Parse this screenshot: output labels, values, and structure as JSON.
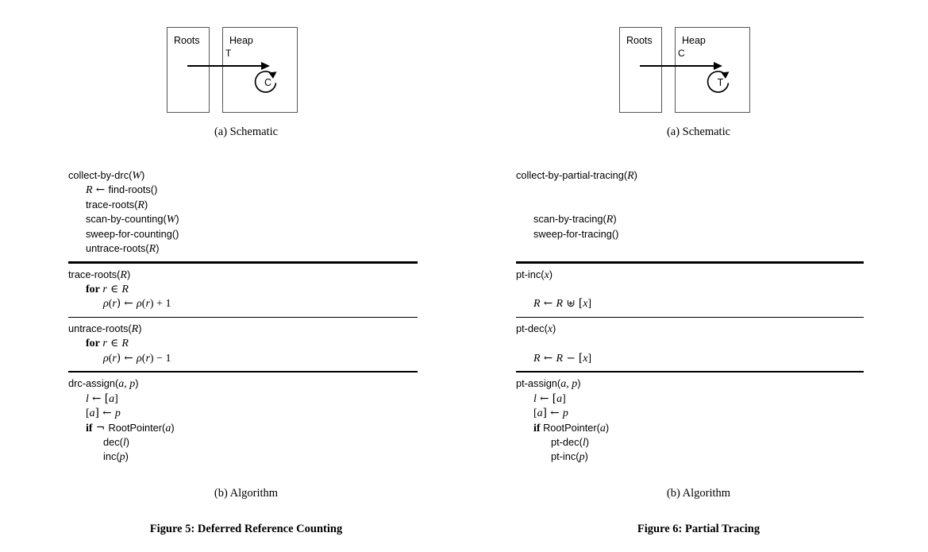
{
  "figures": [
    {
      "id": "figure-5",
      "schematic": {
        "roots_label": "Roots",
        "heap_label": "Heap",
        "arrow_label": "T",
        "loop_label": "C"
      },
      "subcaption_a": "(a) Schematic",
      "subcaption_b": "(b) Algorithm",
      "caption": "Figure 5: Deferred Reference Counting",
      "blocks": [
        {
          "rule_above": "none",
          "lines": [
            {
              "indent": 0,
              "parts": [
                {
                  "t": "collect-by-drc(",
                  "s": "sans"
                },
                {
                  "t": "W",
                  "s": "mi"
                },
                {
                  "t": ")",
                  "s": "sans"
                }
              ]
            },
            {
              "indent": 1,
              "parts": [
                {
                  "t": "R",
                  "s": "mi"
                },
                {
                  "t": " ← ",
                  "s": "msym"
                },
                {
                  "t": "find-roots()",
                  "s": "sans"
                }
              ]
            },
            {
              "indent": 1,
              "parts": [
                {
                  "t": "trace-roots(",
                  "s": "sans"
                },
                {
                  "t": "R",
                  "s": "mi"
                },
                {
                  "t": ")",
                  "s": "sans"
                }
              ]
            },
            {
              "indent": 1,
              "parts": [
                {
                  "t": "scan-by-counting(",
                  "s": "sans"
                },
                {
                  "t": "W",
                  "s": "mi"
                },
                {
                  "t": ")",
                  "s": "sans"
                }
              ]
            },
            {
              "indent": 1,
              "parts": [
                {
                  "t": "sweep-for-counting()",
                  "s": "sans"
                }
              ]
            },
            {
              "indent": 1,
              "parts": [
                {
                  "t": "untrace-roots(",
                  "s": "sans"
                },
                {
                  "t": "R",
                  "s": "mi"
                },
                {
                  "t": ")",
                  "s": "sans"
                }
              ]
            }
          ]
        },
        {
          "rule_above": "thick",
          "lines": [
            {
              "indent": 0,
              "parts": [
                {
                  "t": "trace-roots(",
                  "s": "sans"
                },
                {
                  "t": "R",
                  "s": "mi"
                },
                {
                  "t": ")",
                  "s": "sans"
                }
              ]
            },
            {
              "indent": 1,
              "parts": [
                {
                  "t": "for",
                  "s": "kw"
                },
                {
                  "t": " ",
                  "s": "mr"
                },
                {
                  "t": "r",
                  "s": "mi"
                },
                {
                  "t": " ∈ ",
                  "s": "msym"
                },
                {
                  "t": "R",
                  "s": "mi"
                }
              ]
            },
            {
              "indent": 2,
              "parts": [
                {
                  "t": "ρ",
                  "s": "mi"
                },
                {
                  "t": "(",
                  "s": "mr"
                },
                {
                  "t": "r",
                  "s": "mi"
                },
                {
                  "t": ") ← ",
                  "s": "msym"
                },
                {
                  "t": "ρ",
                  "s": "mi"
                },
                {
                  "t": "(",
                  "s": "mr"
                },
                {
                  "t": "r",
                  "s": "mi"
                },
                {
                  "t": ") + 1",
                  "s": "mr"
                }
              ]
            }
          ]
        },
        {
          "rule_above": "thin",
          "lines": [
            {
              "indent": 0,
              "parts": [
                {
                  "t": "untrace-roots(",
                  "s": "sans"
                },
                {
                  "t": "R",
                  "s": "mi"
                },
                {
                  "t": ")",
                  "s": "sans"
                }
              ]
            },
            {
              "indent": 1,
              "parts": [
                {
                  "t": "for",
                  "s": "kw"
                },
                {
                  "t": " ",
                  "s": "mr"
                },
                {
                  "t": "r",
                  "s": "mi"
                },
                {
                  "t": " ∈ ",
                  "s": "msym"
                },
                {
                  "t": "R",
                  "s": "mi"
                }
              ]
            },
            {
              "indent": 2,
              "parts": [
                {
                  "t": "ρ",
                  "s": "mi"
                },
                {
                  "t": "(",
                  "s": "mr"
                },
                {
                  "t": "r",
                  "s": "mi"
                },
                {
                  "t": ") ← ",
                  "s": "msym"
                },
                {
                  "t": "ρ",
                  "s": "mi"
                },
                {
                  "t": "(",
                  "s": "mr"
                },
                {
                  "t": "r",
                  "s": "mi"
                },
                {
                  "t": ") − 1",
                  "s": "mr"
                }
              ]
            }
          ]
        },
        {
          "rule_above": "thick",
          "lines": [
            {
              "indent": 0,
              "parts": [
                {
                  "t": "drc-assign(",
                  "s": "sans"
                },
                {
                  "t": "a",
                  "s": "mi"
                },
                {
                  "t": ", ",
                  "s": "mr"
                },
                {
                  "t": "p",
                  "s": "mi"
                },
                {
                  "t": ")",
                  "s": "sans"
                }
              ]
            },
            {
              "indent": 1,
              "parts": [
                {
                  "t": "l",
                  "s": "mi"
                },
                {
                  "t": " ← [",
                  "s": "msym"
                },
                {
                  "t": "a",
                  "s": "mi"
                },
                {
                  "t": "]",
                  "s": "mr"
                }
              ]
            },
            {
              "indent": 1,
              "parts": [
                {
                  "t": "[",
                  "s": "mr"
                },
                {
                  "t": "a",
                  "s": "mi"
                },
                {
                  "t": "] ← ",
                  "s": "msym"
                },
                {
                  "t": "p",
                  "s": "mi"
                }
              ]
            },
            {
              "indent": 1,
              "parts": [
                {
                  "t": "if",
                  "s": "kw"
                },
                {
                  "t": " ¬ ",
                  "s": "msym"
                },
                {
                  "t": "RootPointer(",
                  "s": "sans"
                },
                {
                  "t": "a",
                  "s": "mi"
                },
                {
                  "t": ")",
                  "s": "sans"
                }
              ]
            },
            {
              "indent": 2,
              "parts": [
                {
                  "t": "dec(",
                  "s": "sans"
                },
                {
                  "t": "l",
                  "s": "mi"
                },
                {
                  "t": ")",
                  "s": "sans"
                }
              ]
            },
            {
              "indent": 2,
              "parts": [
                {
                  "t": "inc(",
                  "s": "sans"
                },
                {
                  "t": "p",
                  "s": "mi"
                },
                {
                  "t": ")",
                  "s": "sans"
                }
              ]
            }
          ]
        }
      ]
    },
    {
      "id": "figure-6",
      "schematic": {
        "roots_label": "Roots",
        "heap_label": "Heap",
        "arrow_label": "C",
        "loop_label": "T"
      },
      "subcaption_a": "(a) Schematic",
      "subcaption_b": "(b) Algorithm",
      "caption": "Figure 6: Partial Tracing",
      "blocks": [
        {
          "rule_above": "none",
          "lines": [
            {
              "indent": 0,
              "parts": [
                {
                  "t": "collect-by-partial-tracing(",
                  "s": "sans"
                },
                {
                  "t": "R",
                  "s": "mi"
                },
                {
                  "t": ")",
                  "s": "sans"
                }
              ]
            },
            {
              "indent": 0,
              "parts": [
                {
                  "t": " ",
                  "s": "sans"
                }
              ]
            },
            {
              "indent": 0,
              "parts": [
                {
                  "t": " ",
                  "s": "sans"
                }
              ]
            },
            {
              "indent": 1,
              "parts": [
                {
                  "t": "scan-by-tracing(",
                  "s": "sans"
                },
                {
                  "t": "R",
                  "s": "mi"
                },
                {
                  "t": ")",
                  "s": "sans"
                }
              ]
            },
            {
              "indent": 1,
              "parts": [
                {
                  "t": "sweep-for-tracing()",
                  "s": "sans"
                }
              ]
            },
            {
              "indent": 0,
              "parts": [
                {
                  "t": " ",
                  "s": "sans"
                }
              ]
            }
          ]
        },
        {
          "rule_above": "thick",
          "lines": [
            {
              "indent": 0,
              "parts": [
                {
                  "t": "pt-inc(",
                  "s": "sans"
                },
                {
                  "t": "x",
                  "s": "mi"
                },
                {
                  "t": ")",
                  "s": "sans"
                }
              ]
            },
            {
              "indent": 0,
              "parts": [
                {
                  "t": " ",
                  "s": "sans"
                }
              ]
            },
            {
              "indent": 1,
              "parts": [
                {
                  "t": "R",
                  "s": "mi"
                },
                {
                  "t": " ← ",
                  "s": "msym"
                },
                {
                  "t": "R",
                  "s": "mi"
                },
                {
                  "t": " ⊎ [",
                  "s": "msym"
                },
                {
                  "t": "x",
                  "s": "mi"
                },
                {
                  "t": "]",
                  "s": "mr"
                }
              ]
            }
          ]
        },
        {
          "rule_above": "thin",
          "lines": [
            {
              "indent": 0,
              "parts": [
                {
                  "t": "pt-dec(",
                  "s": "sans"
                },
                {
                  "t": "x",
                  "s": "mi"
                },
                {
                  "t": ")",
                  "s": "sans"
                }
              ]
            },
            {
              "indent": 0,
              "parts": [
                {
                  "t": " ",
                  "s": "sans"
                }
              ]
            },
            {
              "indent": 1,
              "parts": [
                {
                  "t": "R",
                  "s": "mi"
                },
                {
                  "t": " ← ",
                  "s": "msym"
                },
                {
                  "t": "R",
                  "s": "mi"
                },
                {
                  "t": " − [",
                  "s": "msym"
                },
                {
                  "t": "x",
                  "s": "mi"
                },
                {
                  "t": "]",
                  "s": "mr"
                }
              ]
            }
          ]
        },
        {
          "rule_above": "thick",
          "lines": [
            {
              "indent": 0,
              "parts": [
                {
                  "t": "pt-assign(",
                  "s": "sans"
                },
                {
                  "t": "a",
                  "s": "mi"
                },
                {
                  "t": ", ",
                  "s": "mr"
                },
                {
                  "t": "p",
                  "s": "mi"
                },
                {
                  "t": ")",
                  "s": "sans"
                }
              ]
            },
            {
              "indent": 1,
              "parts": [
                {
                  "t": "l",
                  "s": "mi"
                },
                {
                  "t": " ← [",
                  "s": "msym"
                },
                {
                  "t": "a",
                  "s": "mi"
                },
                {
                  "t": "]",
                  "s": "mr"
                }
              ]
            },
            {
              "indent": 1,
              "parts": [
                {
                  "t": "[",
                  "s": "mr"
                },
                {
                  "t": "a",
                  "s": "mi"
                },
                {
                  "t": "] ← ",
                  "s": "msym"
                },
                {
                  "t": "p",
                  "s": "mi"
                }
              ]
            },
            {
              "indent": 1,
              "parts": [
                {
                  "t": "if",
                  "s": "kw"
                },
                {
                  "t": " ",
                  "s": "mr"
                },
                {
                  "t": "RootPointer(",
                  "s": "sans"
                },
                {
                  "t": "a",
                  "s": "mi"
                },
                {
                  "t": ")",
                  "s": "sans"
                }
              ]
            },
            {
              "indent": 2,
              "parts": [
                {
                  "t": "pt-dec(",
                  "s": "sans"
                },
                {
                  "t": "l",
                  "s": "mi"
                },
                {
                  "t": ")",
                  "s": "sans"
                }
              ]
            },
            {
              "indent": 2,
              "parts": [
                {
                  "t": "pt-inc(",
                  "s": "sans"
                },
                {
                  "t": "p",
                  "s": "mi"
                },
                {
                  "t": ")",
                  "s": "sans"
                }
              ]
            }
          ]
        }
      ]
    }
  ]
}
